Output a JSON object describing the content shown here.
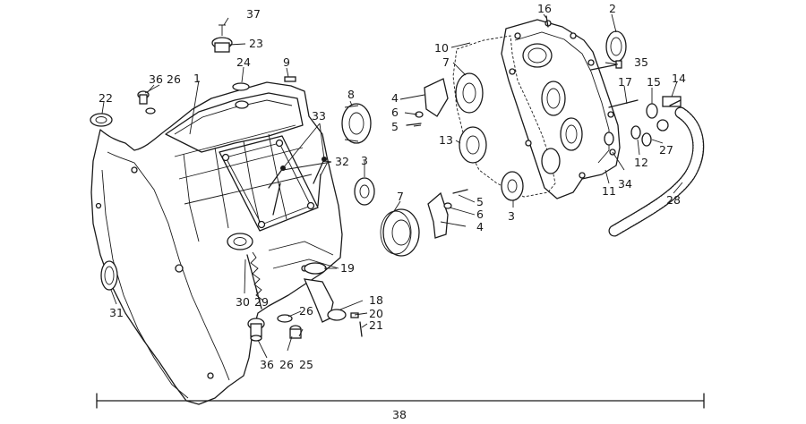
{
  "labels": {
    "p1": "1",
    "p2": "2",
    "p3a": "3",
    "p3b": "3",
    "p4a": "4",
    "p4b": "4",
    "p5a": "5",
    "p5b": "5",
    "p6a": "6",
    "p6b": "6",
    "p7a": "7",
    "p7b": "7",
    "p8": "8",
    "p9": "9",
    "p10": "10",
    "p11": "11",
    "p12": "12",
    "p13": "13",
    "p14": "14",
    "p15": "15",
    "p16": "16",
    "p17": "17",
    "p18": "18",
    "p19": "19",
    "p20": "20",
    "p21": "21",
    "p22": "22",
    "p23": "23",
    "p24": "24",
    "p25": "25",
    "p26a": "26",
    "p26b": "26",
    "p26c": "26",
    "p27": "27",
    "p28": "28",
    "p29": "29",
    "p30": "30",
    "p31": "31",
    "p32": "32",
    "p33": "33",
    "p34": "34",
    "p35": "35",
    "p36a": "36",
    "p36b": "36",
    "p37": "37",
    "p38": "38"
  }
}
